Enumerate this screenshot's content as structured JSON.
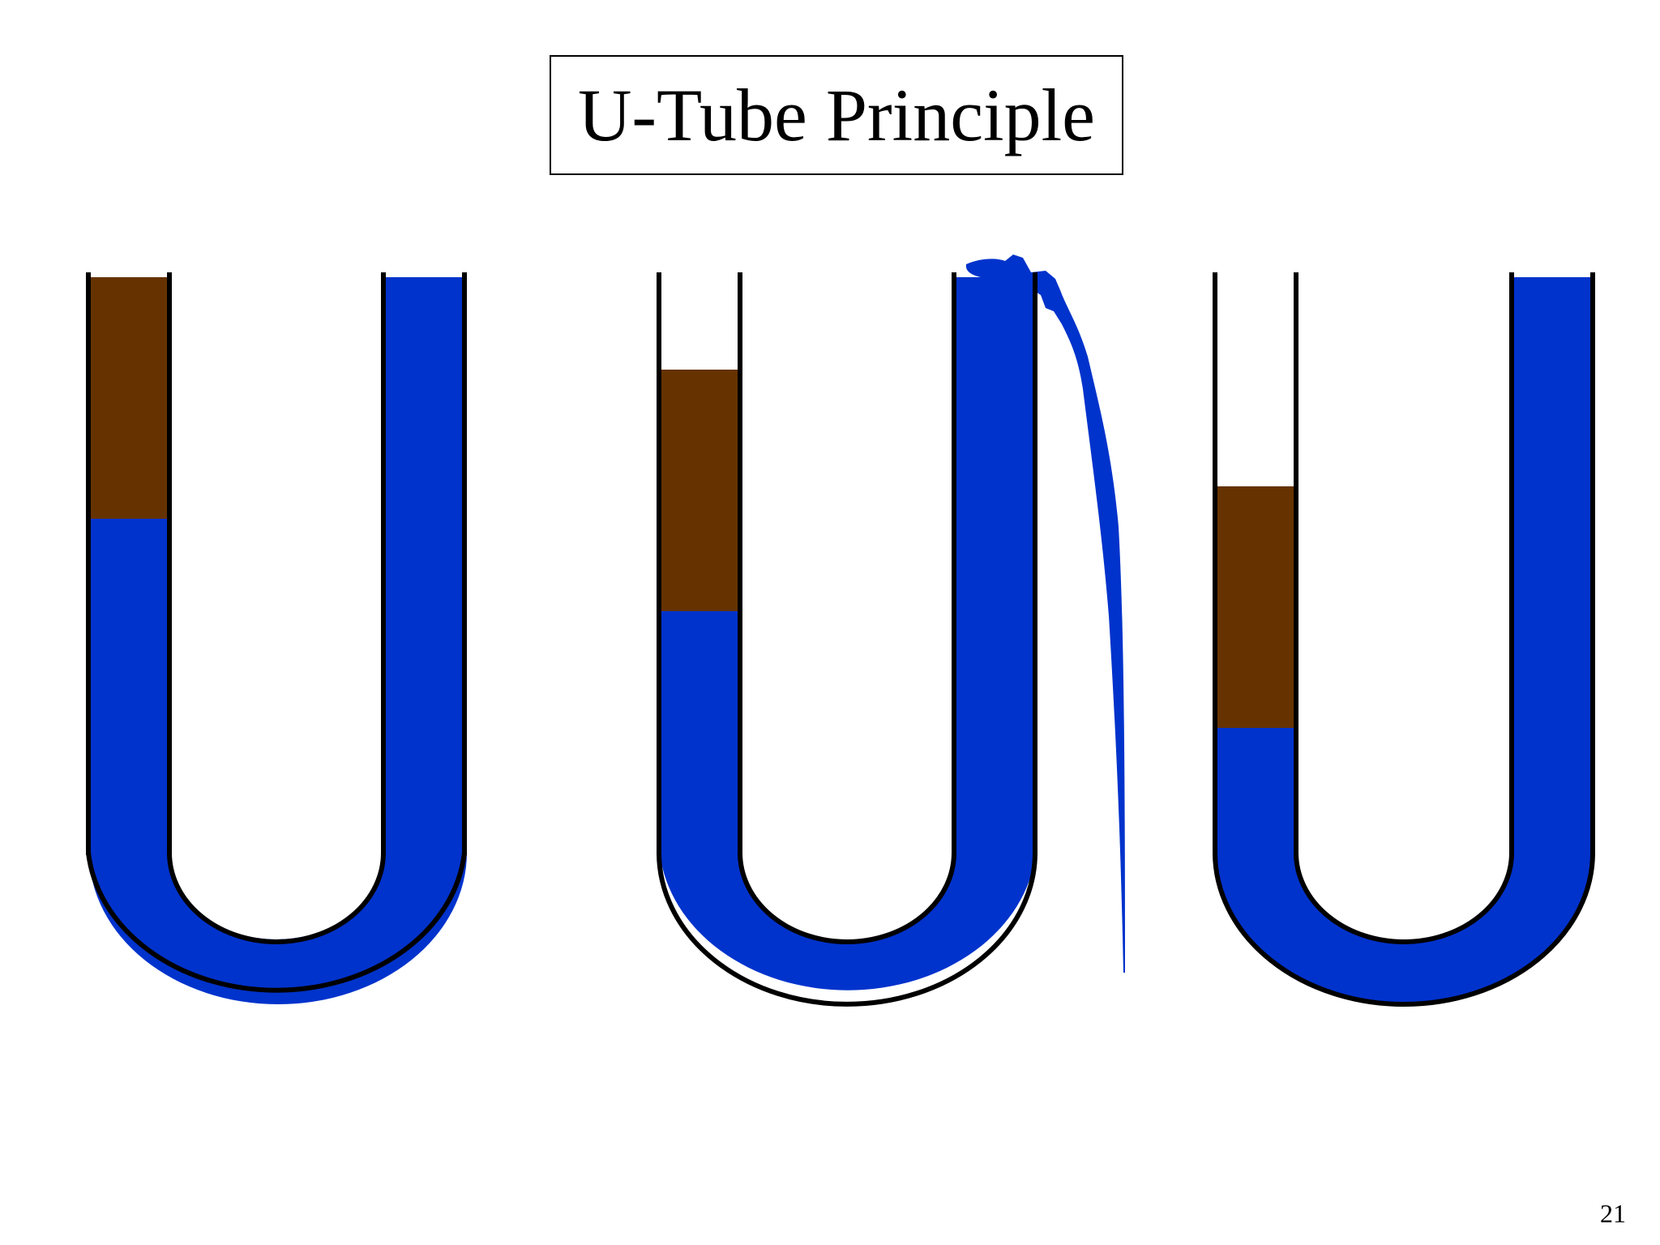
{
  "slide": {
    "title": "U-Tube Principle",
    "page_number": "21"
  },
  "colors": {
    "water": "#0033cc",
    "mud": "#663300",
    "wall": "#000000",
    "background": "#ffffff"
  },
  "diagram": {
    "tubes": [
      {
        "mud_column_fraction": 0.35,
        "left_top_gap_fraction": 0.0,
        "right_overflow": false
      },
      {
        "mud_column_fraction": 0.35,
        "left_top_gap_fraction": 0.135,
        "right_overflow": true
      },
      {
        "mud_column_fraction": 0.35,
        "left_top_gap_fraction": 0.3,
        "right_overflow": false
      }
    ]
  }
}
